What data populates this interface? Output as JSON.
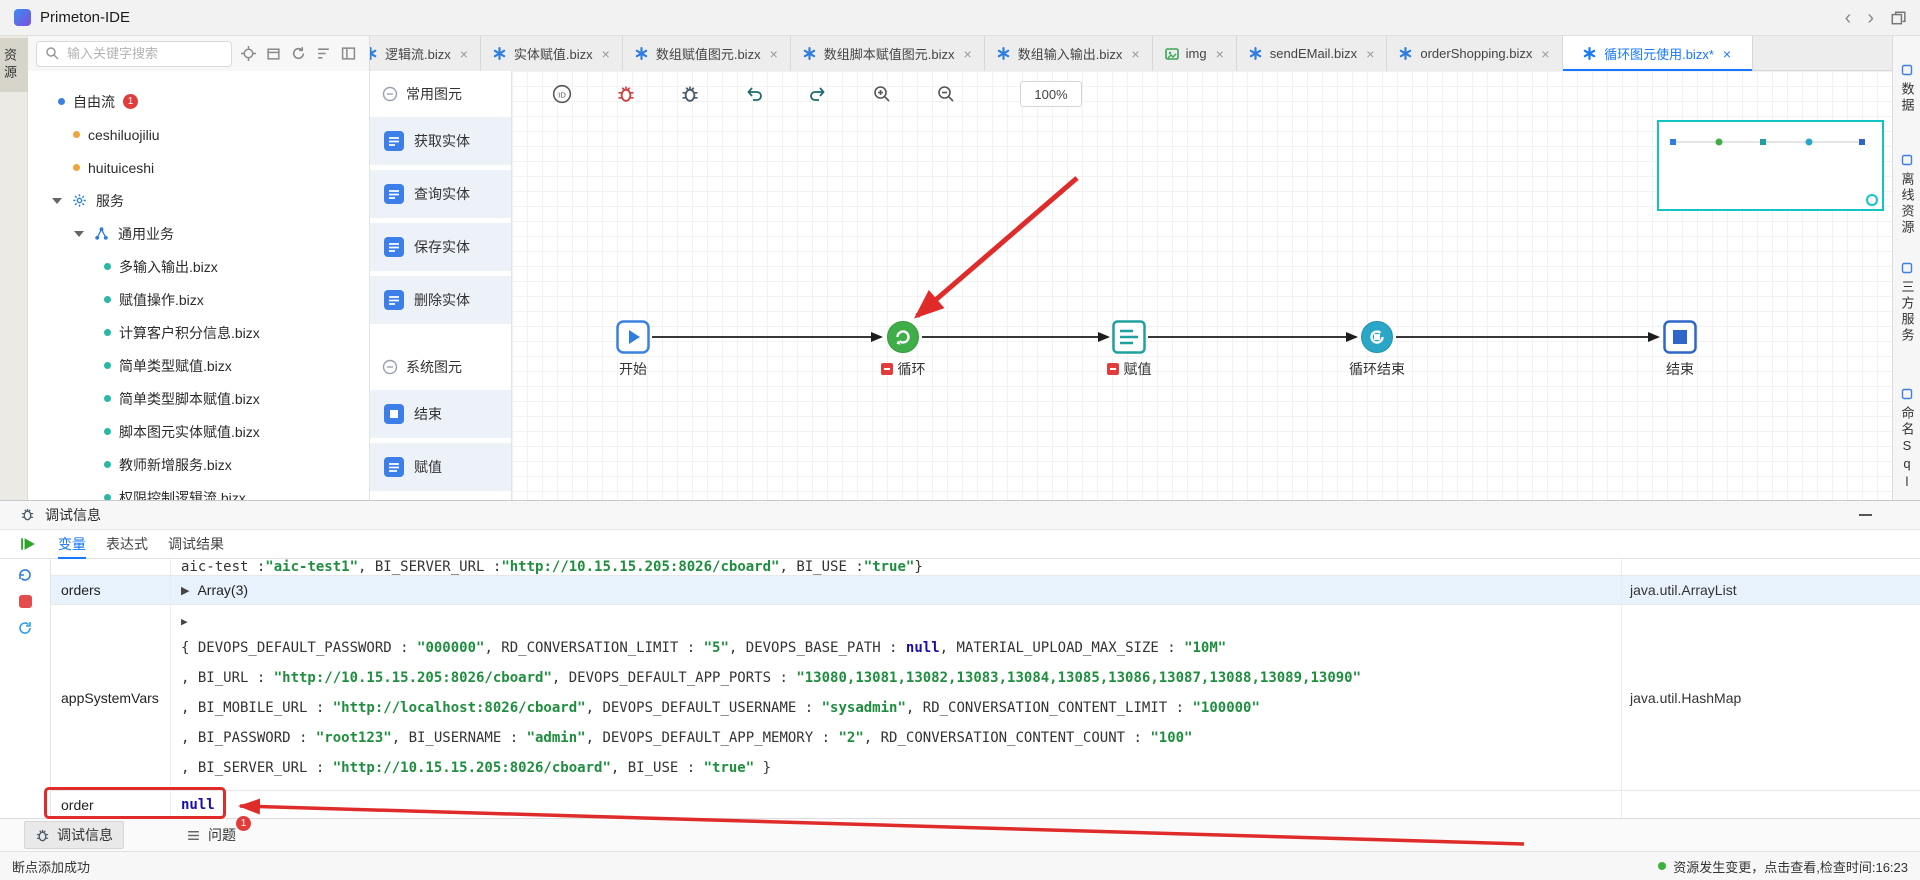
{
  "titlebar": {
    "title": "Primeton-IDE"
  },
  "icons": {
    "close": "×",
    "back": "‹",
    "forward": "›",
    "expander": "▶",
    "id": "ID"
  },
  "search": {
    "placeholder": "输入关键字搜索"
  },
  "left_rail": {
    "label": "资源"
  },
  "tabs": [
    {
      "label": "逻辑流.bizx"
    },
    {
      "label": "实体赋值.bizx"
    },
    {
      "label": "数组赋值图元.bizx"
    },
    {
      "label": "数组脚本赋值图元.bizx"
    },
    {
      "label": "数组输入输出.bizx"
    },
    {
      "label": "img"
    },
    {
      "label": "sendEMail.bizx"
    },
    {
      "label": "orderShopping.bizx"
    },
    {
      "label": "循环图元使用.bizx*"
    }
  ],
  "tree": {
    "items": [
      {
        "label": "自由流",
        "badge": "1"
      },
      {
        "label": "ceshiluojiliu"
      },
      {
        "label": "huituiceshi"
      },
      {
        "label": "服务"
      },
      {
        "label": "通用业务"
      },
      {
        "label": "多输入输出.bizx"
      },
      {
        "label": "赋值操作.bizx"
      },
      {
        "label": "计算客户积分信息.bizx"
      },
      {
        "label": "简单类型赋值.bizx"
      },
      {
        "label": "简单类型脚本赋值.bizx"
      },
      {
        "label": "脚本图元实体赋值.bizx"
      },
      {
        "label": "教师新增服务.bizx"
      },
      {
        "label": "权限控制逻辑流.bizx"
      }
    ]
  },
  "palette": {
    "sections": [
      {
        "header": "常用图元",
        "items": [
          "获取实体",
          "查询实体",
          "保存实体",
          "删除实体"
        ]
      },
      {
        "header": "系统图元",
        "items": [
          "结束",
          "赋值"
        ]
      }
    ]
  },
  "canvas": {
    "zoom": "100%",
    "nodes": [
      {
        "label": "开始"
      },
      {
        "label": "循环",
        "badge": true
      },
      {
        "label": "赋值",
        "badge": true
      },
      {
        "label": "循环结束"
      },
      {
        "label": "结束"
      }
    ]
  },
  "right_rail": {
    "items": [
      "数据",
      "离线资源",
      "三方服务",
      "命名Sql"
    ]
  },
  "debug": {
    "title": "调试信息",
    "tabs": [
      "变量",
      "表达式",
      "调试结果"
    ],
    "overflow_tokens": [
      {
        "c": "k",
        "v": "aic-test : "
      },
      {
        "c": "s",
        "v": "\"aic-test1\""
      },
      {
        "c": "k",
        "v": " ,  BI_SERVER_URL : "
      },
      {
        "c": "s",
        "v": "\"http://10.15.15.205:8026/cboard\""
      },
      {
        "c": "k",
        "v": " ,  BI_USE : "
      },
      {
        "c": "s",
        "v": "\"true\""
      },
      {
        "c": "k",
        "v": " }"
      }
    ],
    "orders_row": {
      "name": "orders",
      "value": "Array(3)",
      "type": "java.util.ArrayList"
    },
    "appvars_row": {
      "name": "appSystemVars",
      "type": "java.util.HashMap",
      "lines": [
        [
          {
            "c": "k",
            "v": "{ DEVOPS_DEFAULT_PASSWORD : "
          },
          {
            "c": "s",
            "v": "\"000000\""
          },
          {
            "c": "k",
            "v": ",  RD_CONVERSATION_LIMIT : "
          },
          {
            "c": "s",
            "v": "\"5\""
          },
          {
            "c": "k",
            "v": ",  DEVOPS_BASE_PATH : "
          },
          {
            "c": "n",
            "v": "null"
          },
          {
            "c": "k",
            "v": ",  MATERIAL_UPLOAD_MAX_SIZE : "
          },
          {
            "c": "s",
            "v": "\"10M\""
          }
        ],
        [
          {
            "c": "k",
            "v": ", BI_URL : "
          },
          {
            "c": "s",
            "v": "\"http://10.15.15.205:8026/cboard\""
          },
          {
            "c": "k",
            "v": ",  DEVOPS_DEFAULT_APP_PORTS : "
          },
          {
            "c": "s",
            "v": "\"13080,13081,13082,13083,13084,13085,13086,13087,13088,13089,13090\""
          }
        ],
        [
          {
            "c": "k",
            "v": ", BI_MOBILE_URL : "
          },
          {
            "c": "s",
            "v": "\"http://localhost:8026/cboard\""
          },
          {
            "c": "k",
            "v": ",  DEVOPS_DEFAULT_USERNAME : "
          },
          {
            "c": "s",
            "v": "\"sysadmin\""
          },
          {
            "c": "k",
            "v": ",  RD_CONVERSATION_CONTENT_LIMIT : "
          },
          {
            "c": "s",
            "v": "\"100000\""
          }
        ],
        [
          {
            "c": "k",
            "v": ", BI_PASSWORD : "
          },
          {
            "c": "s",
            "v": "\"root123\""
          },
          {
            "c": "k",
            "v": ",  BI_USERNAME : "
          },
          {
            "c": "s",
            "v": "\"admin\""
          },
          {
            "c": "k",
            "v": ",  DEVOPS_DEFAULT_APP_MEMORY : "
          },
          {
            "c": "s",
            "v": "\"2\""
          },
          {
            "c": "k",
            "v": ",  RD_CONVERSATION_CONTENT_COUNT : "
          },
          {
            "c": "s",
            "v": "\"100\""
          }
        ],
        [
          {
            "c": "k",
            "v": ", BI_SERVER_URL : "
          },
          {
            "c": "s",
            "v": "\"http://10.15.15.205:8026/cboard\""
          },
          {
            "c": "k",
            "v": ",  BI_USE : "
          },
          {
            "c": "s",
            "v": "\"true\""
          },
          {
            "c": "k",
            "v": " }"
          }
        ]
      ]
    },
    "order_row": {
      "name": "order",
      "tokens": [
        {
          "c": "n",
          "v": "null"
        }
      ],
      "type": ""
    }
  },
  "bottom_tabs": [
    {
      "label": "调试信息"
    },
    {
      "label": "问题",
      "badge": "1"
    }
  ],
  "statusbar": {
    "left": "断点添加成功",
    "right": "资源发生变更，点击查看,检查时间:16:23"
  },
  "colors": {
    "accent_blue": "#1677ff",
    "annotation_red": "#e02b2b",
    "string_green": "#1e8e3e",
    "null_blue": "#1a0dab",
    "node_green": "#3fae49",
    "node_teal": "#1fa0a0",
    "node_blue": "#2f66c9",
    "minimap_teal": "#12c3c3",
    "status_green": "#3db13d"
  }
}
